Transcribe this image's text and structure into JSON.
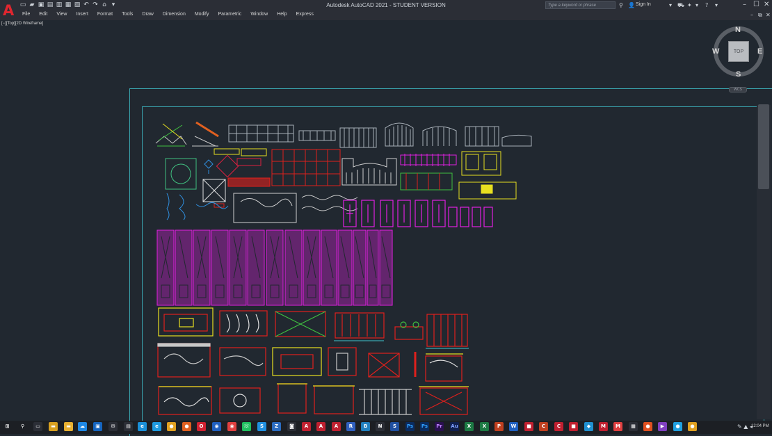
{
  "app": {
    "title": "Autodesk AutoCAD 2021 - STUDENT VERSION",
    "logo_letter": "A"
  },
  "search": {
    "placeholder": "Type a keyword or phrase"
  },
  "account": {
    "sign_in": "Sign In"
  },
  "menu": [
    "File",
    "Edit",
    "View",
    "Insert",
    "Format",
    "Tools",
    "Draw",
    "Dimension",
    "Modify",
    "Parametric",
    "Window",
    "Help",
    "Express"
  ],
  "viewport": {
    "label": "[−][Top][2D Wireframe]"
  },
  "viewcube": {
    "face": "TOP",
    "north": "N",
    "south": "S",
    "east": "E",
    "west": "W",
    "ucs": "WCS"
  },
  "taskbar": {
    "clock": "12:04 PM"
  },
  "colors": {
    "background": "#212830",
    "frame": "#3aa6b0",
    "magenta": "#e020e0",
    "red": "#e0201c",
    "yellow": "#e8e020",
    "gray": "#c8c8c8"
  }
}
